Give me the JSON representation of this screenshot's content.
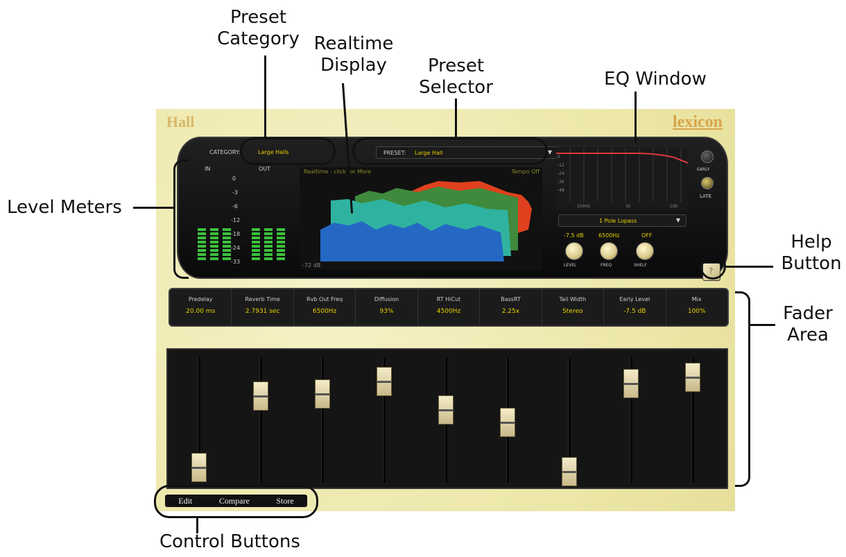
{
  "annotations": {
    "preset_category": "Preset\nCategory",
    "realtime_display": "Realtime\nDisplay",
    "preset_selector": "Preset\nSelector",
    "eq_window": "EQ Window",
    "level_meters": "Level Meters",
    "help_button": "Help\nButton",
    "fader_area": "Fader\nArea",
    "control_buttons": "Control Buttons"
  },
  "plugin": {
    "title": "Hall",
    "brand": "lexicon",
    "category_label": "CATEGORY:",
    "category_value": "Large Halls",
    "preset_label": "PRESET:",
    "preset_value": "Large Hall",
    "meter_in": "IN",
    "meter_out": "OUT",
    "meter_scale": [
      "0",
      "-3",
      "-6",
      "-12",
      "-18",
      "-24",
      "-33"
    ],
    "realtime_hint": "Realtime - click for More",
    "tempo_label": "Tempo Off",
    "realtime_floor": "-72 dB",
    "eq_ticks": [
      "100Hz",
      "1k",
      "10k"
    ],
    "eq_db": [
      "0",
      "-12",
      "-24",
      "-36",
      "-48"
    ],
    "filter_type": "1 Pole Lopass",
    "eq_values": [
      "-7.5 dB",
      "6500Hz",
      "OFF"
    ],
    "eq_knobs": [
      "LEVEL",
      "FREQ",
      "SHELF"
    ],
    "early_label": "EARLY",
    "late_label": "LATE"
  },
  "params": [
    {
      "label": "Predelay",
      "value": "20.00 ms"
    },
    {
      "label": "Reverb Time",
      "value": "2.7931 sec"
    },
    {
      "label": "Rvb Out Freq",
      "value": "6500Hz"
    },
    {
      "label": "Diffusion",
      "value": "93%"
    },
    {
      "label": "RT HiCut",
      "value": "4500Hz"
    },
    {
      "label": "BassRT",
      "value": "2.25x"
    },
    {
      "label": "Tail Width",
      "value": "Stereo"
    },
    {
      "label": "Early Level",
      "value": "-7.5 dB"
    },
    {
      "label": "Mix",
      "value": "100%"
    }
  ],
  "fader_levels": [
    0.06,
    0.76,
    0.78,
    0.9,
    0.62,
    0.5,
    0.02,
    0.88,
    0.94
  ],
  "controls": {
    "edit": "Edit",
    "compare": "Compare",
    "store": "Store"
  }
}
